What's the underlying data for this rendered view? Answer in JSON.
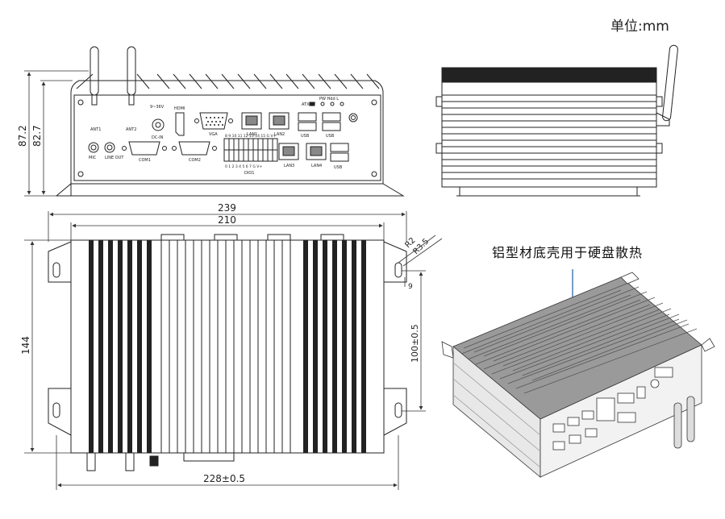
{
  "header": {
    "unit_label": "单位:mm"
  },
  "callout": {
    "text": "铝型材底壳用于硬盘散热"
  },
  "dimensions": {
    "height_total": "87.2",
    "height_body": "82.7",
    "width_total": "239",
    "width_body": "210",
    "depth": "144",
    "hole_pitch": "100±0.5",
    "foot_span": "228±0.5",
    "slot_radius": "R2",
    "slot_dia": "R3.5",
    "slot_offset": "9"
  },
  "front_panel": {
    "ant1": "ANT1",
    "ant2": "ANT2",
    "dc_in_top": "9~36V",
    "dc_in": "DC-IN",
    "hdmi": "HDMI",
    "vga": "VGA",
    "lan1": "LAN1",
    "lan2": "LAN2",
    "lan3": "LAN3",
    "lan4": "LAN4",
    "usb": "USB",
    "status": "ATX  AT",
    "led_labels": "PW  Hdd  L",
    "com1": "COM1",
    "com2": "COM2",
    "mic": "MIC",
    "line_out": "LINE\nOUT",
    "dio": "DIO1",
    "dio_top": "8  9  10 11 12 13 14 15  G  V+",
    "dio_bottom": "0  1  2  3  4  5  6  7  G  V+"
  },
  "colors": {
    "line": "#222222",
    "dim": "#333333",
    "accent": "#1a5ea8"
  }
}
